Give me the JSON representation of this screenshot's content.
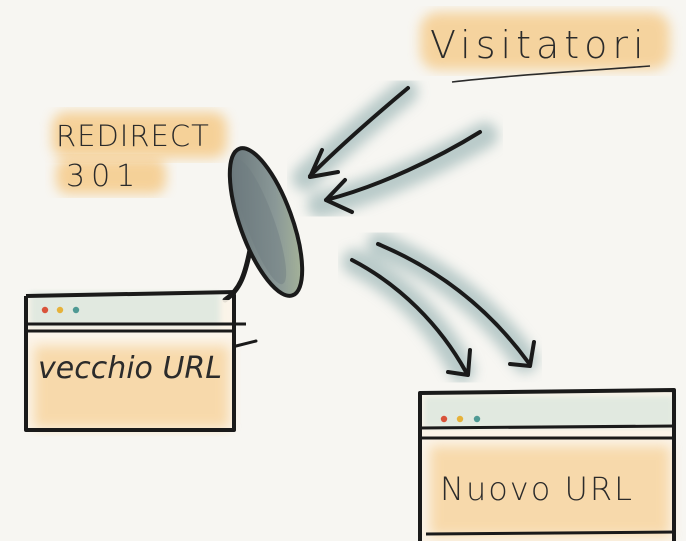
{
  "visitors_label": "Visitatori",
  "redirect": {
    "line1": "REDIRECT",
    "line2": "301"
  },
  "old_page": {
    "label": "vecchio URL"
  },
  "new_page": {
    "label": "Nuovo URL"
  },
  "colors": {
    "paper": "#f7f6f2",
    "highlight": "#f5c882",
    "blue_shadow": "#9fb8b8",
    "ink": "#1a1a1a",
    "browser_bar": "#dfe8e0",
    "dot_red": "#d9533a",
    "dot_yellow": "#e6b23a",
    "dot_teal": "#4f9a94",
    "dish": "#8d9a9a"
  }
}
